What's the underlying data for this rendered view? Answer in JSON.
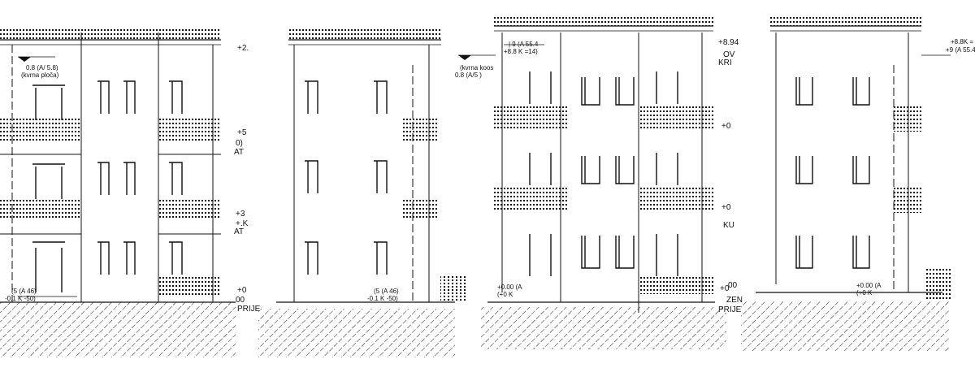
{
  "colors": {
    "line": "#111111",
    "background": "#ffffff"
  },
  "labels": {
    "e1_level_top": "0.8 (A/ 5.8)",
    "e1_level_top2": "(kvrna ploča)",
    "e1_level_bottom1": "(5 (A 46)",
    "e1_level_bottom2": "-0.1 K -50)",
    "e2_level_top1": "(kvrna koos",
    "e2_level_top2": "0.8 (A/5 )",
    "e2_level_bottom1": "(5 (A 46)",
    "e2_level_bottom2": "-0.1 K -50)",
    "mid1_a": "+2.",
    "mid1_b": "+5",
    "mid1_c": "0)",
    "mid1_d": "AT",
    "mid1_e": "+3",
    "mid1_f": "+.K",
    "mid1_g": "AT",
    "mid1_h": "+0",
    "mid1_i": "00",
    "mid1_j": "PRIJE",
    "e3_level_top1": "| 9 (A 55.4",
    "e3_level_top2": "+8.8 K =14)",
    "e3_level_bottom1": "+0.00 (A",
    "e3_level_bottom2": "(+0 K",
    "mid2_a": "+8.94",
    "mid2_b": "OV",
    "mid2_c": "KRI",
    "mid2_d": "+0",
    "mid2_e": "+0",
    "mid2_f": "KU",
    "mid2_g": "+0",
    "mid2_h": "00",
    "mid2_i": "ZEN",
    "mid2_j": "PRIJE",
    "e4_level_top1": "+8.8K =",
    "e4_level_top2": "+9 (A 55.4",
    "e4_level_bottom1": "+0.00 (A",
    "e4_level_bottom2": "(+0 K"
  }
}
